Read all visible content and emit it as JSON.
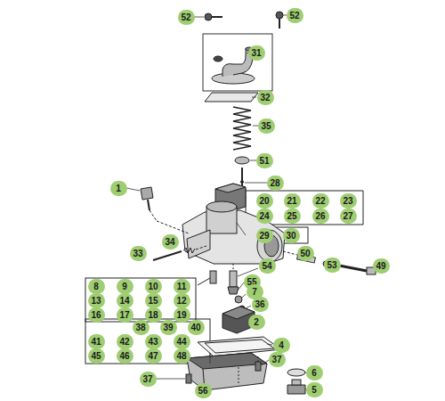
{
  "diagram": {
    "labels": [
      "52",
      "52",
      "31",
      "32",
      "35",
      "51",
      "28",
      "20",
      "21",
      "22",
      "23",
      "24",
      "25",
      "26",
      "27",
      "1",
      "29",
      "30",
      "50",
      "53",
      "49",
      "33",
      "34",
      "54",
      "55",
      "8",
      "9",
      "10",
      "11",
      "13",
      "14",
      "15",
      "12",
      "16",
      "17",
      "18",
      "19",
      "7",
      "36",
      "2",
      "38",
      "39",
      "40",
      "41",
      "42",
      "43",
      "44",
      "45",
      "46",
      "47",
      "48",
      "4",
      "37",
      "6",
      "37",
      "56",
      "5"
    ]
  }
}
